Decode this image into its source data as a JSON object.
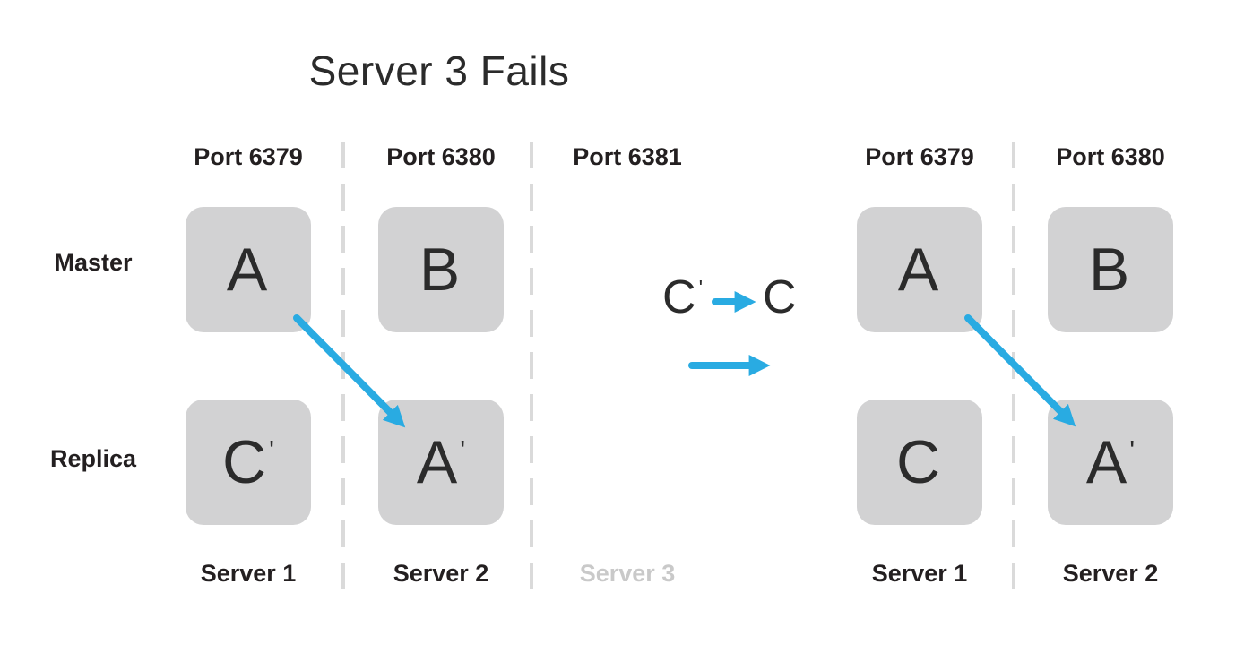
{
  "title": "Server 3 Fails",
  "row_labels": {
    "master": "Master",
    "replica": "Replica"
  },
  "left_cluster": {
    "columns": [
      {
        "port": "Port 6379",
        "server": "Server 1",
        "master": {
          "letter": "A",
          "prime": ""
        },
        "replica": {
          "letter": "C",
          "prime": "'"
        }
      },
      {
        "port": "Port 6380",
        "server": "Server 2",
        "master": {
          "letter": "B",
          "prime": ""
        },
        "replica": {
          "letter": "A",
          "prime": "'"
        }
      },
      {
        "port": "Port 6381",
        "server": "Server 3"
      }
    ]
  },
  "right_cluster": {
    "columns": [
      {
        "port": "Port 6379",
        "server": "Server 1",
        "master": {
          "letter": "A",
          "prime": ""
        },
        "replica": {
          "letter": "C",
          "prime": ""
        }
      },
      {
        "port": "Port 6380",
        "server": "Server 2",
        "master": {
          "letter": "B",
          "prime": ""
        },
        "replica": {
          "letter": "A",
          "prime": "'"
        }
      }
    ]
  },
  "transition": {
    "from_letter": "C",
    "from_prime": "'",
    "to_letter": "C"
  },
  "colors": {
    "arrow_blue": "#29abe2",
    "box_gray": "#d2d2d3",
    "dash_gray": "#dadada",
    "label_dark": "#231f20",
    "letter_dark": "#2b2b2b",
    "muted_gray": "#c9c9c9"
  }
}
